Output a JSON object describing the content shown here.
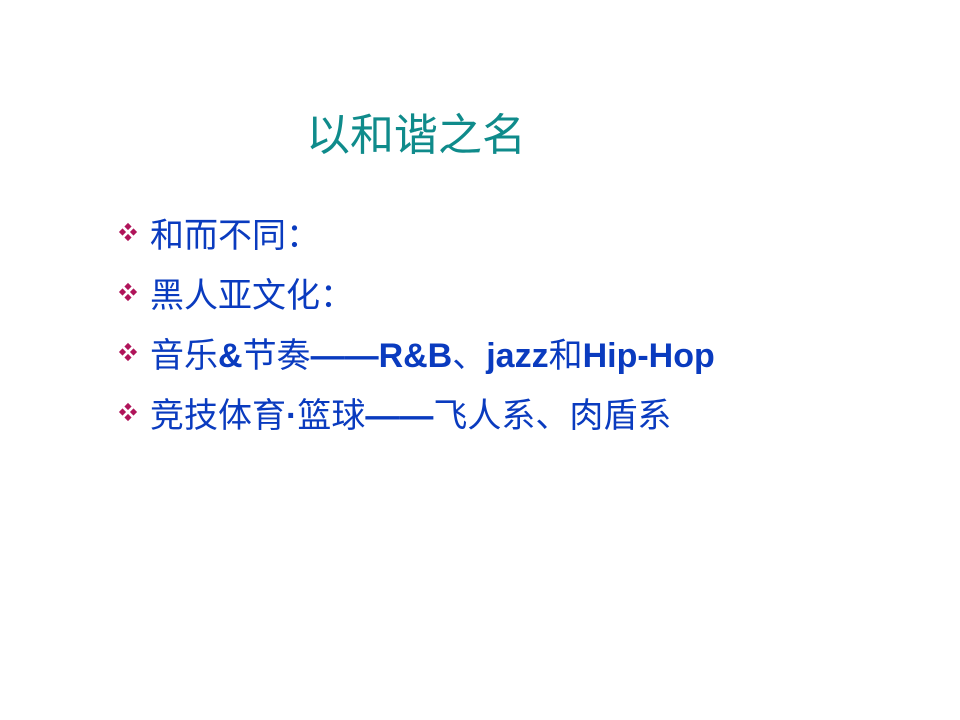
{
  "slide": {
    "title": "以和谐之名",
    "bullets": [
      {
        "parts": [
          {
            "text": "和而不同：",
            "bold": false
          }
        ]
      },
      {
        "parts": [
          {
            "text": "黑人亚文化：",
            "bold": false
          }
        ]
      },
      {
        "parts": [
          {
            "text": "音乐",
            "bold": false
          },
          {
            "text": "&",
            "bold": true
          },
          {
            "text": "节奏",
            "bold": false
          },
          {
            "text": "——R&B",
            "bold": true
          },
          {
            "text": "、",
            "bold": false
          },
          {
            "text": "jazz",
            "bold": true
          },
          {
            "text": "和",
            "bold": false
          },
          {
            "text": "Hip-Hop",
            "bold": true
          }
        ]
      },
      {
        "parts": [
          {
            "text": "竞技体育",
            "bold": false
          },
          {
            "text": "·",
            "bold": true
          },
          {
            "text": "篮球",
            "bold": false
          },
          {
            "text": "——",
            "bold": true
          },
          {
            "text": "飞人系、肉盾系",
            "bold": false
          }
        ]
      }
    ],
    "bullet_icon": "four-diamond-bullet-icon"
  },
  "colors": {
    "title": "#0f8b8b",
    "text": "#0a3bbf",
    "bullet": "#b0145a",
    "background": "#ffffff"
  }
}
